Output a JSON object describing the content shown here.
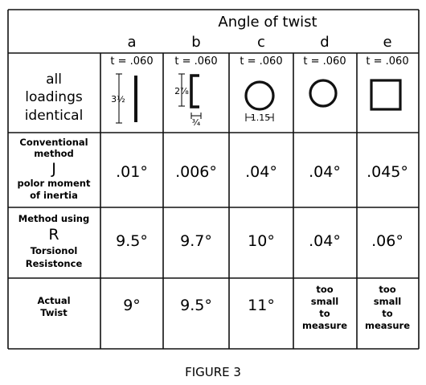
{
  "header": {
    "title": "Angle of twist",
    "columns": [
      "a",
      "b",
      "c",
      "d",
      "e"
    ]
  },
  "thickness": [
    "t = .060",
    "t = .060",
    "t = .060",
    "t = .060",
    "t = .060"
  ],
  "dimensions": {
    "a_height": "3½",
    "b_height": "2⅞",
    "b_flange": "¾",
    "c_diameter": "1.15"
  },
  "rows": [
    {
      "label_lines": [
        "all",
        "loadings",
        "identical"
      ]
    },
    {
      "label_lines": [
        "Conventional",
        "method",
        "J",
        "polor moment",
        "of inertia"
      ],
      "values": [
        ".01°",
        ".006°",
        ".04°",
        ".04°",
        ".045°"
      ]
    },
    {
      "label_lines": [
        "Method using",
        "R",
        "Torsionol",
        "Resistonce"
      ],
      "values": [
        "9.5°",
        "9.7°",
        "10°",
        ".04°",
        ".06°"
      ]
    },
    {
      "label_lines": [
        "Actual",
        "Twist"
      ],
      "values": [
        "9°",
        "9.5°",
        "11°",
        "too small to measure",
        "too small to measure"
      ],
      "small_text": {
        "d": [
          "too",
          "small",
          "to",
          "measure"
        ],
        "e": [
          "too",
          "small",
          "to",
          "measure"
        ]
      }
    }
  ],
  "caption": "FIGURE 3"
}
